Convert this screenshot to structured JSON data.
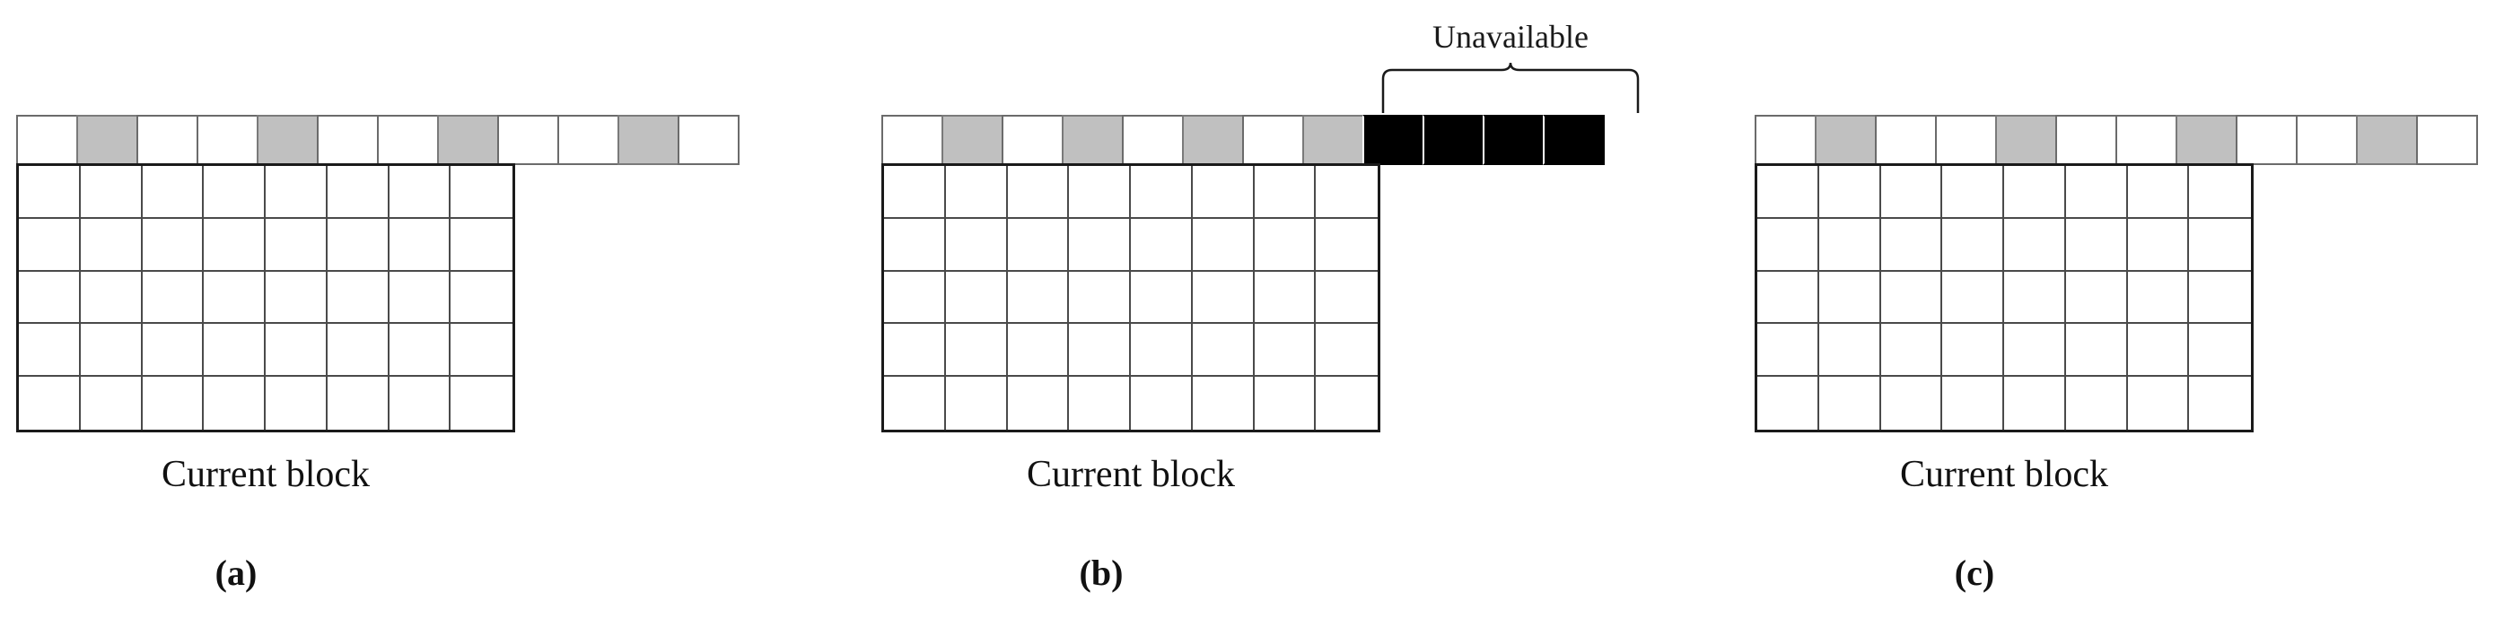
{
  "figure": {
    "caption_labels": [
      "(a)",
      "(b)",
      "(c)"
    ],
    "block_label": "Current block",
    "unavailable_label": "Unavailable",
    "colors": {
      "cell_fill": "#ffffff",
      "gray_fill": "#c0c0c0",
      "black_fill": "#000000",
      "cell_stroke": "#6b6b6b",
      "block_stroke": "#1a1a1a"
    }
  },
  "panels": [
    {
      "id": "a",
      "label": "(a)",
      "block_label": "Current block",
      "block_cols": 8,
      "block_rows": 5,
      "strip_cells": [
        {
          "state": "free"
        },
        {
          "state": "reserved"
        },
        {
          "state": "free"
        },
        {
          "state": "free"
        },
        {
          "state": "reserved"
        },
        {
          "state": "free"
        },
        {
          "state": "free"
        },
        {
          "state": "reserved"
        },
        {
          "state": "free"
        },
        {
          "state": "free"
        },
        {
          "state": "reserved"
        },
        {
          "state": "free"
        }
      ]
    },
    {
      "id": "b",
      "label": "(b)",
      "block_label": "Current block",
      "unavailable_label": "Unavailable",
      "block_cols": 8,
      "block_rows": 5,
      "strip_cells": [
        {
          "state": "free"
        },
        {
          "state": "reserved"
        },
        {
          "state": "free"
        },
        {
          "state": "reserved"
        },
        {
          "state": "free"
        },
        {
          "state": "reserved"
        },
        {
          "state": "free"
        },
        {
          "state": "reserved"
        },
        {
          "state": "unavailable"
        },
        {
          "state": "unavailable"
        },
        {
          "state": "unavailable"
        },
        {
          "state": "unavailable"
        }
      ]
    },
    {
      "id": "c",
      "label": "(c)",
      "block_label": "Current block",
      "block_cols": 8,
      "block_rows": 5,
      "strip_cells": [
        {
          "state": "free"
        },
        {
          "state": "reserved"
        },
        {
          "state": "free"
        },
        {
          "state": "free"
        },
        {
          "state": "reserved"
        },
        {
          "state": "free"
        },
        {
          "state": "free"
        },
        {
          "state": "reserved"
        },
        {
          "state": "free"
        },
        {
          "state": "free"
        },
        {
          "state": "reserved"
        },
        {
          "state": "free"
        }
      ]
    }
  ]
}
